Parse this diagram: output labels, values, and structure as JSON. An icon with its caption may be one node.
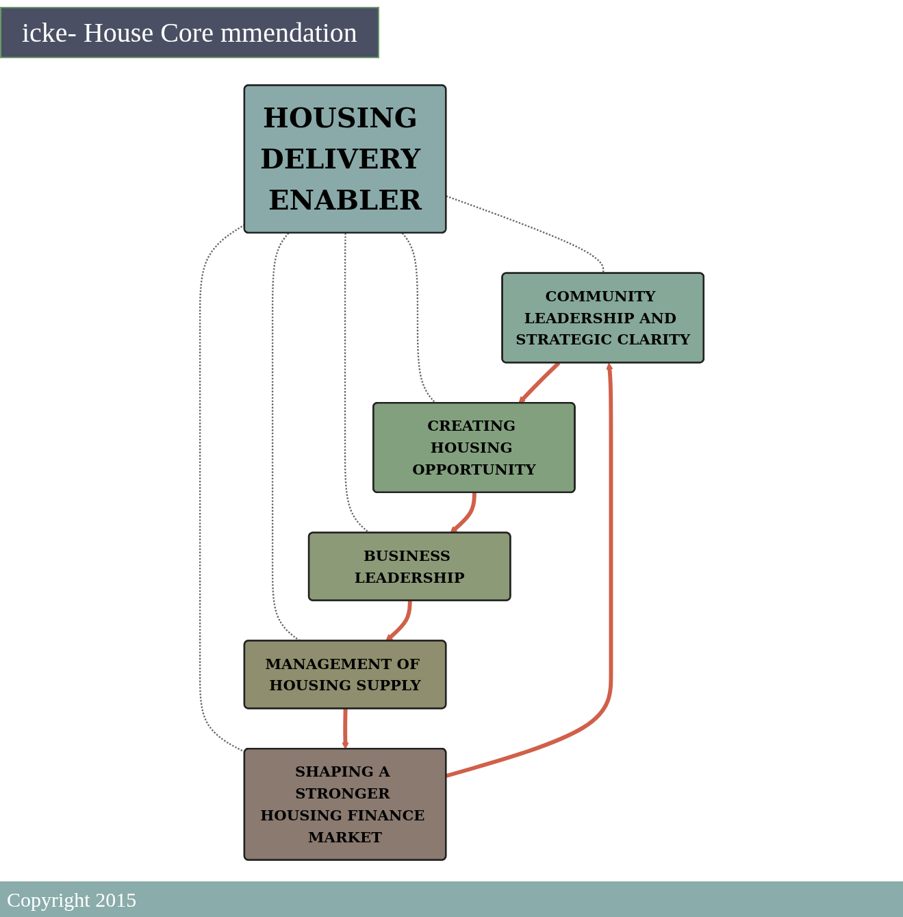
{
  "diagram": {
    "title": "icke- House Core mmendation",
    "nodes": [
      {
        "text": [
          "COMMUNITY LEADERSHIP AND STRATEGIC CLARITY"
        ]
      },
      {
        "text": [
          "SHAPING A STRONGER HOUSING FINANCE MARKET"
        ]
      },
      {
        "text": [
          "CREATING HOUSING OPPORTUNITY"
        ]
      },
      {
        "text": [
          "HOUSING DELIVERY ENABLER"
        ]
      },
      {
        "text": [
          "MANAGEMENT OF HOUSING SUPPLY"
        ]
      },
      {
        "text": [
          "BUSINESS LEADERSHIP"
        ]
      }
    ],
    "edges": [
      {
        "from": 3,
        "to": 0,
        "arrow": "none",
        "style": "dashed"
      },
      {
        "from": 3,
        "to": 1,
        "arrow": "none",
        "style": "dashed"
      },
      {
        "from": 3,
        "to": 2,
        "arrow": "none",
        "style": "dashed"
      },
      {
        "from": 3,
        "to": 4,
        "arrow": "none",
        "style": "dashed"
      },
      {
        "from": 3,
        "to": 5,
        "arrow": "none",
        "style": "dashed"
      },
      {
        "from": 0,
        "to": 2,
        "arrow": "to",
        "style": "thick",
        "color": "#d0604a"
      },
      {
        "from": 2,
        "to": 5,
        "arrow": "to",
        "style": "thick",
        "color": "#d0604a"
      },
      {
        "from": 5,
        "to": 4,
        "arrow": "to",
        "style": "thick",
        "color": "#d0604a"
      },
      {
        "from": 4,
        "to": 1,
        "arrow": "to",
        "style": "thick",
        "color": "#d0604a"
      },
      {
        "from": 1,
        "to": 0,
        "arrow": "to",
        "style": "thick",
        "color": "#d0604a"
      }
    ],
    "labels": [
      "Copyright 2015"
    ]
  }
}
